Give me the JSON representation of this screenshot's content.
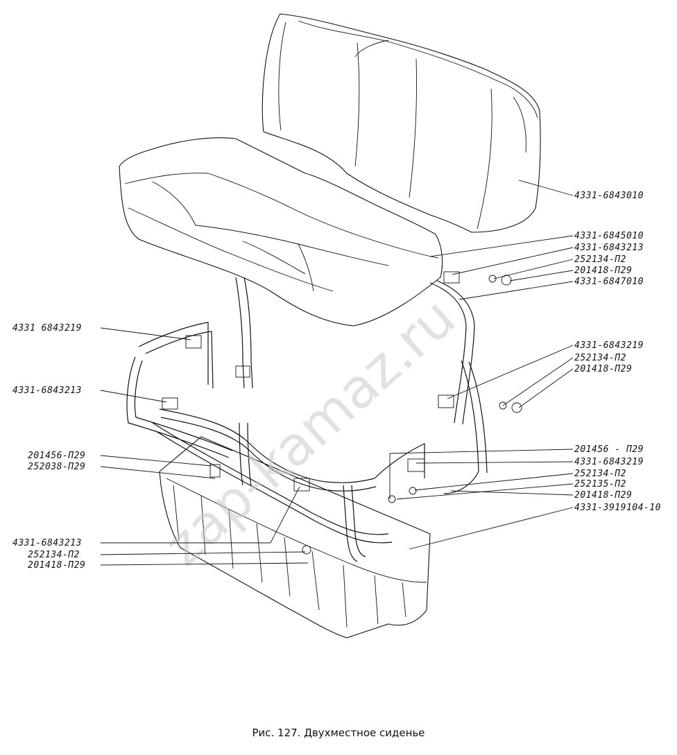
{
  "caption": "Рис. 127. Двухместное сиденье",
  "watermark": "zap-kamaz.ru",
  "labels": [
    "4331-6843010",
    "4331-6845010",
    "4331-6843213",
    "252134-П2",
    "201418-П29",
    "4331-6847010",
    "4331 6843219",
    "4331-6843213",
    "4331-6843219",
    "252134-П2",
    "201418-П29",
    "201456-П29",
    "252038-П29",
    "201456 - П29",
    "4331-6843219",
    "252134-П2",
    "252135-П2",
    "201418-П29",
    "4331-3919104-10",
    "4331-6843213",
    "252134-П2",
    "201418-П29"
  ]
}
